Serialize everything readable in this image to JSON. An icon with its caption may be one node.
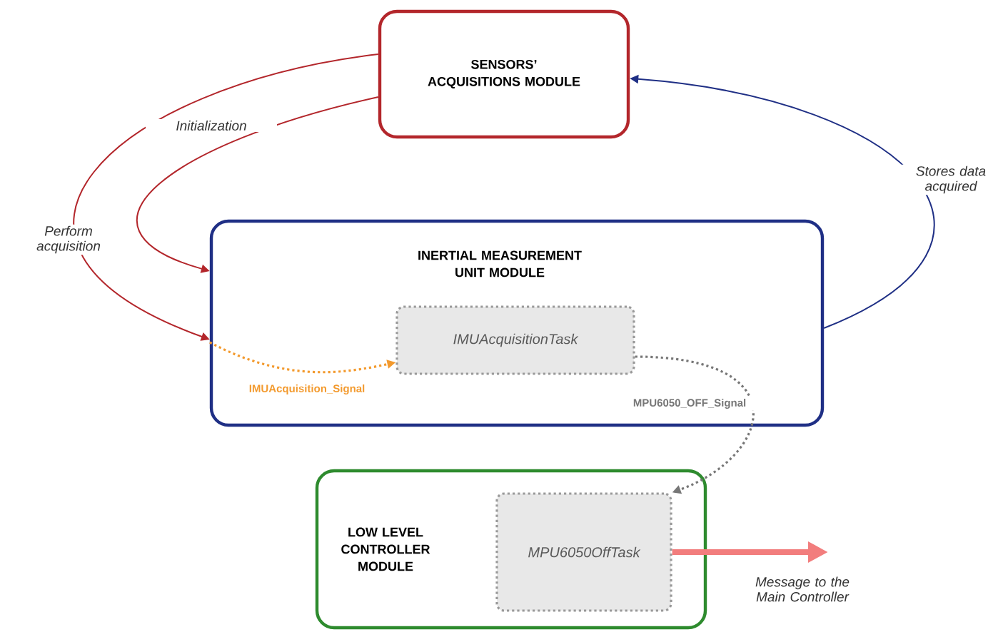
{
  "diagram": {
    "nodes": [
      {
        "text": [
          "SENSORS’ ACQUISITIONS MODULE"
        ]
      },
      {
        "text": [
          "INERTIAL MEASUREMENT UNIT MODULE"
        ]
      },
      {
        "text": [
          "IMUAcquisitionTask"
        ],
        "in": 1
      },
      {
        "text": [
          "LOW LEVEL CONTROLLER MODULE"
        ]
      },
      {
        "text": [
          "MPU6050OffTask"
        ],
        "in": 3
      }
    ],
    "edges": [
      {
        "from": 0,
        "to": 1,
        "arrow": "to",
        "label": "Initialization",
        "color": "#b3262b"
      },
      {
        "from": 0,
        "to": 1,
        "arrow": "to",
        "label": "Perform acquisition",
        "color": "#b3262b"
      },
      {
        "from": 1,
        "to": 0,
        "arrow": "to",
        "label": "Stores data acquired",
        "color": "#1f2f85"
      },
      {
        "from": 1,
        "to": 2,
        "arrow": "to",
        "label": "IMUAcquisition_Signal",
        "style": "dashed",
        "color": "#f39a2e"
      },
      {
        "from": 2,
        "to": 4,
        "arrow": "to",
        "label": "MPU6050_OFF_Signal",
        "style": "dashed",
        "color": "#777777"
      },
      {
        "from": 4,
        "to": null,
        "arrow": "to",
        "label": "Message to the Main Controller",
        "style": "thick",
        "color": "#f27d7d"
      }
    ]
  }
}
